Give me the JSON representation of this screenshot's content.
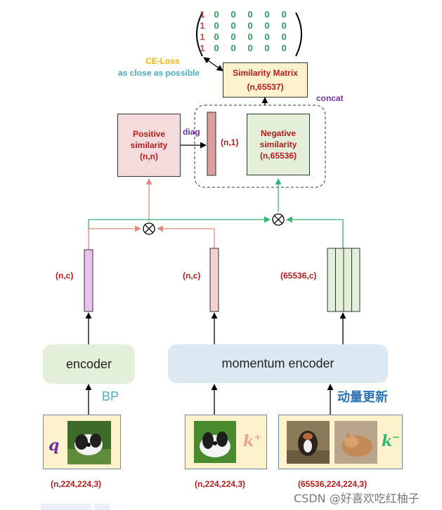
{
  "matrix": {
    "rows": [
      [
        "1",
        "0",
        "0",
        "0",
        "0",
        "0"
      ],
      [
        "1",
        "0",
        "0",
        "0",
        "0",
        "0"
      ],
      [
        "1",
        "0",
        "0",
        "0",
        "0",
        "0"
      ],
      [
        "1",
        "0",
        "0",
        "0",
        "0",
        "0"
      ]
    ]
  },
  "loss": {
    "name": "CE-Loss",
    "subtitle": "as close as possible"
  },
  "similarity_matrix": {
    "title": "Similarity Matrix",
    "shape": "(n,65537)"
  },
  "concat_label": "concat",
  "positive": {
    "line1": "Positive",
    "line2": "similarity",
    "shape": "(n,n)"
  },
  "diag_label": "diag",
  "diag_shape": "(n,1)",
  "negative": {
    "line1": "Negative",
    "line2": "similarity",
    "shape": "(n,65536)"
  },
  "q_feature_shape": "(n,c)",
  "k_feature_shape": "(n,c)",
  "queue_shape": "(65536,c)",
  "encoder_label": "encoder",
  "momentum_encoder_label": "momentum encoder",
  "bp_label": "BP",
  "momentum_update_label": "动量更新",
  "inputs": {
    "q": {
      "symbol": "q",
      "shape": "(n,224,224,3)"
    },
    "k_pos": {
      "symbol": "k",
      "sup": "+",
      "shape": "(n,224,224,3)"
    },
    "k_neg": {
      "symbol": "k",
      "sup": "−",
      "shape": "(65536,224,224,3)"
    }
  },
  "watermark": "CSDN @好喜欢吃红柚子",
  "colors": {
    "pos_arrow": "#e08a80",
    "neg_arrow": "#2eb872",
    "matrix_one": "#c0504d",
    "matrix_zero": "#2ca35a",
    "loss_name": "#f0b400",
    "loss_subtitle": "#4bacc6",
    "concat": "#7030a0",
    "diag": "#7030a0",
    "bp": "#4bacc6",
    "momentum_update": "#2e75b6"
  }
}
